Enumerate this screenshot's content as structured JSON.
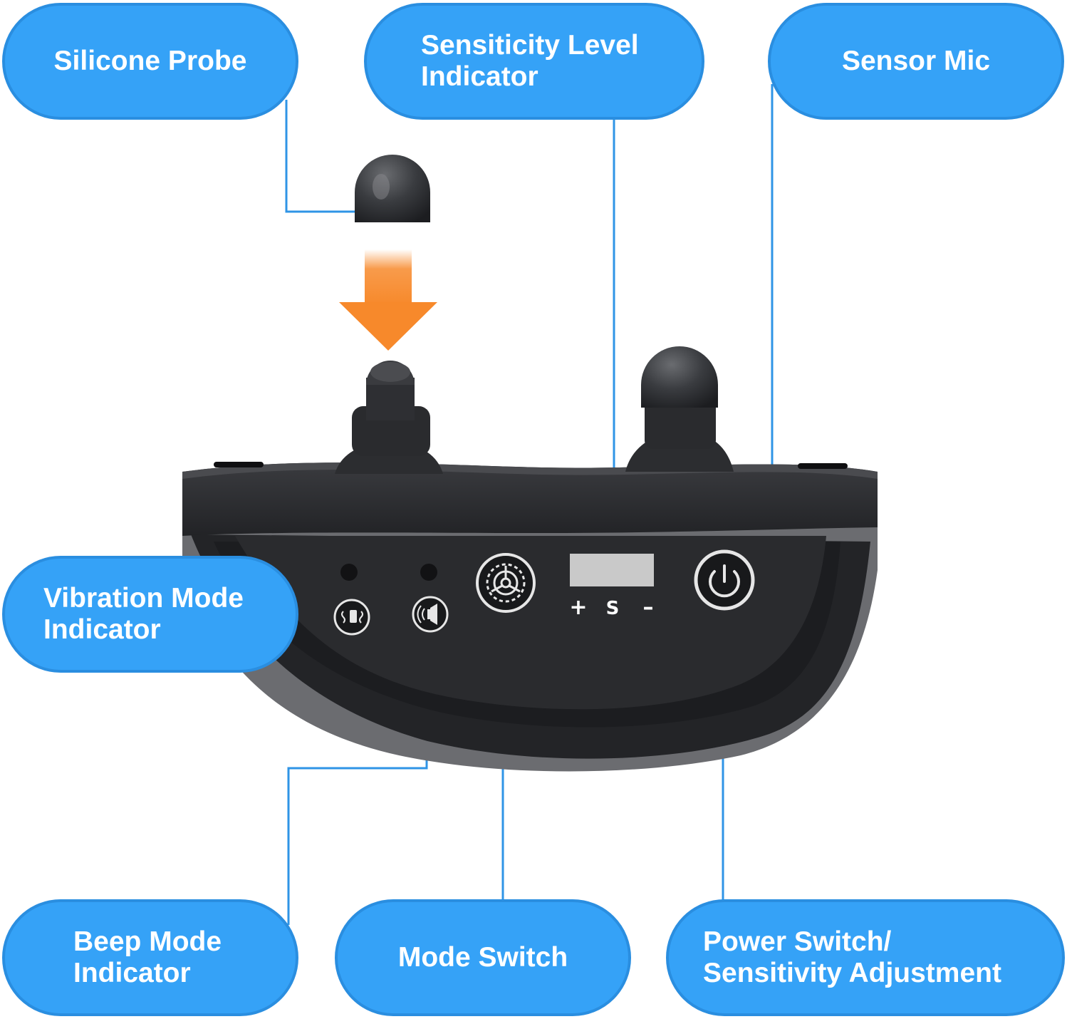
{
  "callouts": {
    "silicone_probe": "Silicone Probe",
    "sensitivity_level_indicator": "Sensiticity Level Indicator",
    "sensor_mic": "Sensor Mic",
    "vibration_mode_indicator": "Vibration Mode Indicator",
    "beep_mode_indicator": "Beep Mode Indicator",
    "mode_switch": "Mode Switch",
    "power_switch": "Power Switch/ Sensitivity Adjustment"
  },
  "device_labels": {
    "plus": "+",
    "s": "S",
    "minus": "–"
  },
  "icons": {
    "arrow": "arrow-down-icon",
    "vibration": "vibration-icon",
    "beep": "speaker-icon",
    "mode": "gear-icon",
    "power": "power-icon"
  },
  "colors": {
    "bubble_fill": "#35a2f7",
    "bubble_border": "#2a8ee0",
    "leader_line": "#2f94e6",
    "arrow_orange": "#f7892b",
    "device_body": "#2a2b2e",
    "lcd": "#c9c9c9"
  }
}
